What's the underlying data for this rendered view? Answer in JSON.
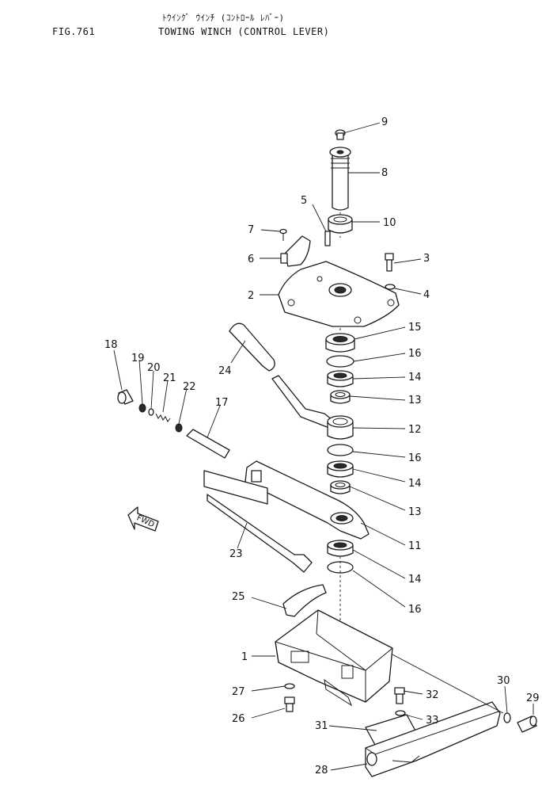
{
  "header": {
    "fig_no": "FIG.761",
    "title_kana": "ﾄｳｲﾝｸﾞ ｳｲﾝﾁ (ｺﾝﾄﾛｰﾙ ﾚﾊﾞｰ)",
    "title_en": "TOWING WINCH (CONTROL LEVER)"
  },
  "direction_label": "FWD",
  "callouts": [
    "9",
    "8",
    "5",
    "10",
    "7",
    "3",
    "6",
    "4",
    "2",
    "15",
    "18",
    "24",
    "16",
    "14",
    "19",
    "20",
    "21",
    "22",
    "13",
    "17",
    "12",
    "16",
    "14",
    "13",
    "23",
    "11",
    "14",
    "25",
    "16",
    "1",
    "30",
    "27",
    "32",
    "29",
    "26",
    "33",
    "31",
    "28"
  ]
}
